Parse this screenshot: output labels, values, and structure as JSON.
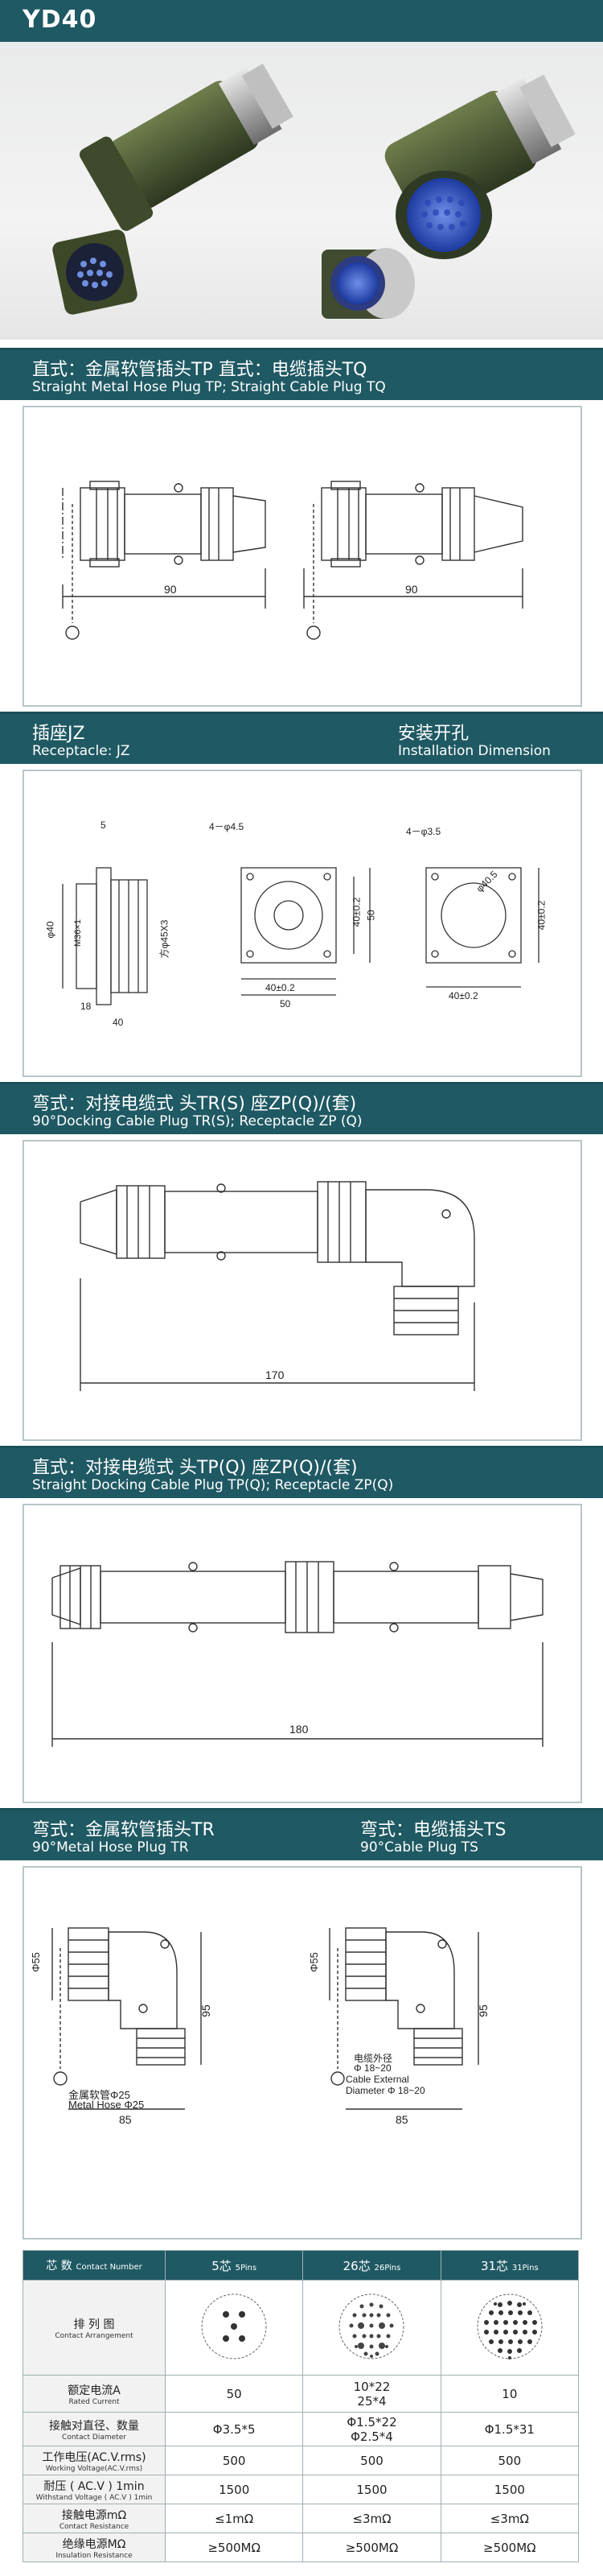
{
  "header": {
    "title": "YD40"
  },
  "sections": [
    {
      "zh": "直式：金属软管插头TP  直式：电缆插头TQ",
      "en": "Straight Metal Hose Plug TP; Straight Cable Plug TQ",
      "dims": [
        "90",
        "90"
      ]
    },
    {
      "zh": "插座JZ",
      "en": "Receptacle: JZ",
      "zh_right": "安装开孔",
      "en_right": "Installation Dimension",
      "dims": [
        "5",
        "4－φ4.5",
        "φ40",
        "M36×1",
        "方φ45X3",
        "18",
        "40",
        "40±0.2",
        "50",
        "40±0.2",
        "50",
        "4－φ3.5",
        "φ40.5",
        "40±0.2",
        "40±0.2"
      ]
    },
    {
      "zh": "弯式：对接电缆式  头TR(S)  座ZP(Q)/(套)",
      "en": "90°Docking Cable Plug TR(S); Receptacle ZP (Q)",
      "dims": [
        "170"
      ]
    },
    {
      "zh": "直式：对接电缆式  头TP(Q)  座ZP(Q)/(套)",
      "en": "Straight Docking Cable Plug TP(Q); Receptacle ZP(Q)",
      "dims": [
        "180"
      ]
    },
    {
      "zh": "弯式：金属软管插头TR",
      "en": "90°Metal Hose Plug TR",
      "zh_right": "弯式：电缆插头TS",
      "en_right": "90°Cable Plug TS",
      "dims_left": [
        "Φ55",
        "95",
        "金属软管Φ25",
        "Metal Hose Φ25",
        "85"
      ],
      "dims_right": [
        "Φ55",
        "95",
        "电缆外径",
        "Φ 18~20",
        "Cable External",
        "Diameter Φ 18~20",
        "85"
      ]
    }
  ],
  "spec_table": {
    "header": {
      "zh": "芯      数",
      "en": "Contact Number",
      "cols": [
        {
          "zh": "5芯",
          "en": "5Pins"
        },
        {
          "zh": "26芯",
          "en": "26Pins"
        },
        {
          "zh": "31芯",
          "en": "31Pins"
        }
      ]
    },
    "rows": [
      {
        "zh": "排 列 图",
        "en": "Contact Arrangement",
        "values": [
          "",
          "",
          ""
        ]
      },
      {
        "zh": "额定电流A",
        "en": "Rated Current",
        "values": [
          "50",
          "10*22\n25*4",
          "10"
        ]
      },
      {
        "zh": "接触对直径、数量",
        "en": "Contact Diameter",
        "values": [
          "Φ3.5*5",
          "Φ1.5*22\nΦ2.5*4",
          "Φ1.5*31"
        ]
      },
      {
        "zh": "工作电压(AC.V.rms)",
        "en": "Working Voltage(AC.V.rms)",
        "values": [
          "500",
          "500",
          "500"
        ]
      },
      {
        "zh": "耐压 ( AC.V ) 1min",
        "en": "Withstand Voltage ( AC.V ) 1min",
        "values": [
          "1500",
          "1500",
          "1500"
        ]
      },
      {
        "zh": "接触电源mΩ",
        "en": "Contact Resistance",
        "values": [
          "≤1mΩ",
          "≤3mΩ",
          "≤3mΩ"
        ]
      },
      {
        "zh": "绝缘电源MΩ",
        "en": "Insulation Resistance",
        "values": [
          "≥500MΩ",
          "≥500MΩ",
          "≥500MΩ"
        ]
      }
    ]
  },
  "colors": {
    "accent": "#1f5963",
    "frame": "#b9c6c9",
    "connector_green": "#4d5a36",
    "insert_blue": "#3a5fc0"
  }
}
